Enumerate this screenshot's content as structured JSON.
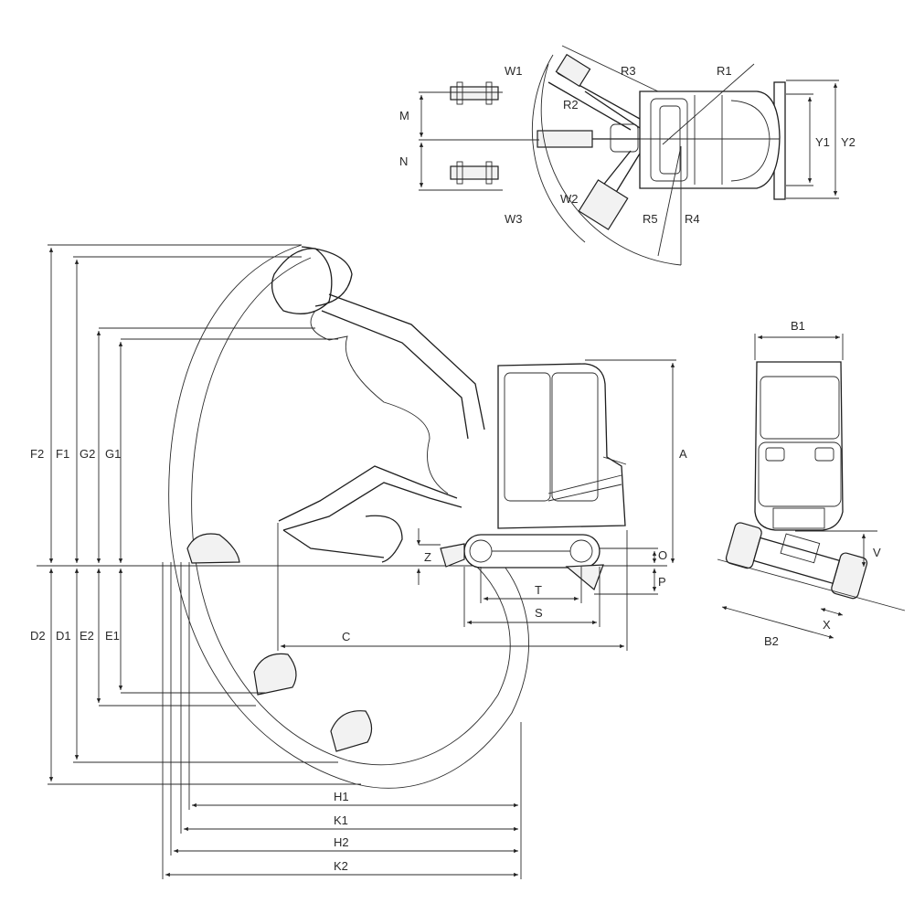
{
  "labels": {
    "W1": "W1",
    "R3": "R3",
    "R1": "R1",
    "R2": "R2",
    "M": "M",
    "N": "N",
    "Y1": "Y1",
    "Y2": "Y2",
    "W2": "W2",
    "W3": "W3",
    "R5": "R5",
    "R4": "R4",
    "B1": "B1",
    "B2": "B2",
    "V": "V",
    "X": "X",
    "F2": "F2",
    "F1": "F1",
    "G2": "G2",
    "G1": "G1",
    "D2": "D2",
    "D1": "D1",
    "E2": "E2",
    "E1": "E1",
    "A": "A",
    "Z": "Z",
    "O": "O",
    "P": "P",
    "T": "T",
    "S": "S",
    "C": "C",
    "H1": "H1",
    "K1": "K1",
    "H2": "H2",
    "K2": "K2"
  }
}
